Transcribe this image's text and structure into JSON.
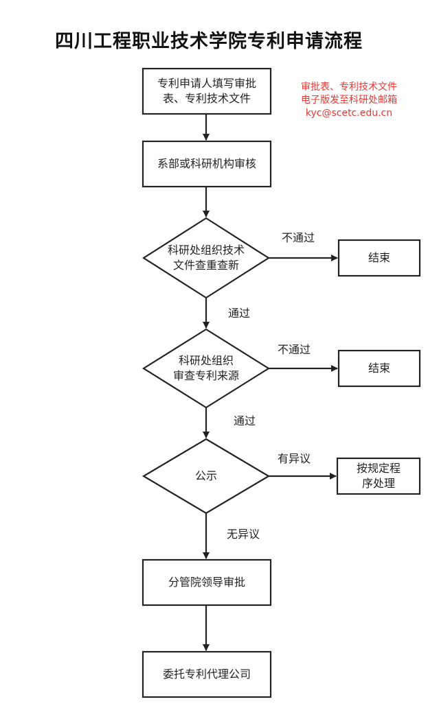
{
  "title": "四川工程职业技术学院专利申请流程",
  "nodes": {
    "submit": [
      "专利申请人填写审批",
      "表、专利技术文件"
    ],
    "dept_review": "系部或科研机构审核",
    "novelty_check": [
      "科研处组织技术",
      "文件查重查新"
    ],
    "end_1": "结束",
    "source_review": [
      "科研处组织",
      "审查专利来源"
    ],
    "end_2": "结束",
    "publicity": "公示",
    "objection_handling": [
      "按规定程",
      "序处理"
    ],
    "leader_approval": "分管院领导审批",
    "agency": "委托专利代理公司"
  },
  "note": [
    "审批表、专利技术文件",
    "电子版发至科研处邮箱",
    "kyc@scetc.edu.cn"
  ],
  "edges": {
    "novelty_fail": "不通过",
    "novelty_pass": "通过",
    "source_fail": "不通过",
    "source_pass": "通过",
    "objection": "有异议",
    "no_objection": "无异议"
  },
  "colors": {
    "stroke": "#222222",
    "note": "#e53935"
  }
}
